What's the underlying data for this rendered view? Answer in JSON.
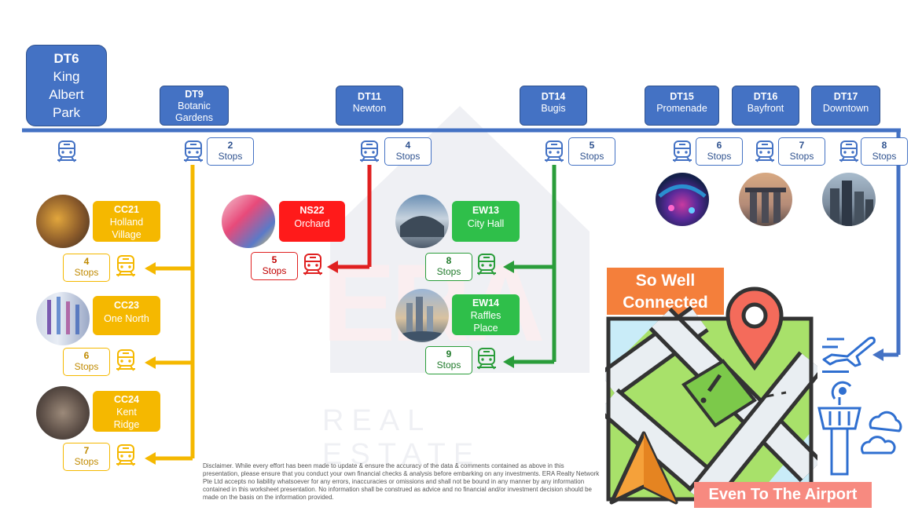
{
  "colors": {
    "dt_blue": "#4472c4",
    "cc_yellow": "#f5b800",
    "ns_red": "#e02020",
    "ew_green": "#2a9d3a",
    "banner_orange": "#f47f3b",
    "banner_pink": "#f78a80"
  },
  "line_stations": [
    {
      "code": "DT6",
      "name": "King Albert Park",
      "lines": [
        "King",
        "Albert",
        "Park"
      ]
    },
    {
      "code": "DT9",
      "name": "Botanic Gardens",
      "lines": [
        "Botanic",
        "Gardens"
      ]
    },
    {
      "code": "DT11",
      "name": "Newton",
      "lines": [
        "Newton"
      ]
    },
    {
      "code": "DT14",
      "name": "Bugis",
      "lines": [
        "Bugis"
      ]
    },
    {
      "code": "DT15",
      "name": "Promenade",
      "lines": [
        "Promenade"
      ]
    },
    {
      "code": "DT16",
      "name": "Bayfront",
      "lines": [
        "Bayfront"
      ]
    },
    {
      "code": "DT17",
      "name": "Downtown",
      "lines": [
        "Downtown"
      ]
    }
  ],
  "stop_counts": {
    "botanic_gardens": {
      "num": "2",
      "label": "Stops"
    },
    "newton": {
      "num": "4",
      "label": "Stops"
    },
    "bugis": {
      "num": "5",
      "label": "Stops"
    },
    "promenade": {
      "num": "6",
      "label": "Stops"
    },
    "bayfront": {
      "num": "7",
      "label": "Stops"
    },
    "downtown": {
      "num": "8",
      "label": "Stops"
    },
    "holland_village": {
      "num": "4",
      "label": "Stops"
    },
    "one_north": {
      "num": "6",
      "label": "Stops"
    },
    "kent_ridge": {
      "num": "7",
      "label": "Stops"
    },
    "orchard": {
      "num": "5",
      "label": "Stops"
    },
    "city_hall": {
      "num": "8",
      "label": "Stops"
    },
    "raffles_place": {
      "num": "9",
      "label": "Stops"
    }
  },
  "interchanges": {
    "holland_village": {
      "code": "CC21",
      "line1": "Holland",
      "line2": "Village"
    },
    "one_north": {
      "code": "CC23",
      "line1": "One North"
    },
    "kent_ridge": {
      "code": "CC24",
      "line1": "Kent",
      "line2": "Ridge"
    },
    "orchard": {
      "code": "NS22",
      "line1": "Orchard"
    },
    "city_hall": {
      "code": "EW13",
      "line1": "City Hall"
    },
    "raffles_place": {
      "code": "EW14",
      "line1": "Raffles",
      "line2": "Place"
    }
  },
  "icons": {
    "train": "train-icon",
    "airplane": "airplane-icon",
    "control_tower": "control-tower-icon",
    "map": "map-icon",
    "location_pin": "location-pin-icon",
    "navigation_arrow": "navigation-arrow-icon",
    "clouds": "cloud-icon"
  },
  "banners": {
    "so_well_line1": "So Well",
    "so_well_line2": "Connected",
    "airport": "Even To The Airport"
  },
  "watermark": {
    "logo": "ERA",
    "tagline": "REAL ESTATE"
  },
  "disclaimer": "Disclaimer. While every effort has been made to update & ensure the accuracy of the data & comments contained as above in this presentation, please ensure that you conduct your own financial checks & analysis before embarking on any investments. ERA Realty Network Pte Ltd accepts no liability whatsoever for any errors, inaccuracies or omissions and shall not be bound in any manner by any information contained in this worksheet presentation. No information shall be construed as advice and no financial and/or investment decision should be made on the basis on the information provided."
}
